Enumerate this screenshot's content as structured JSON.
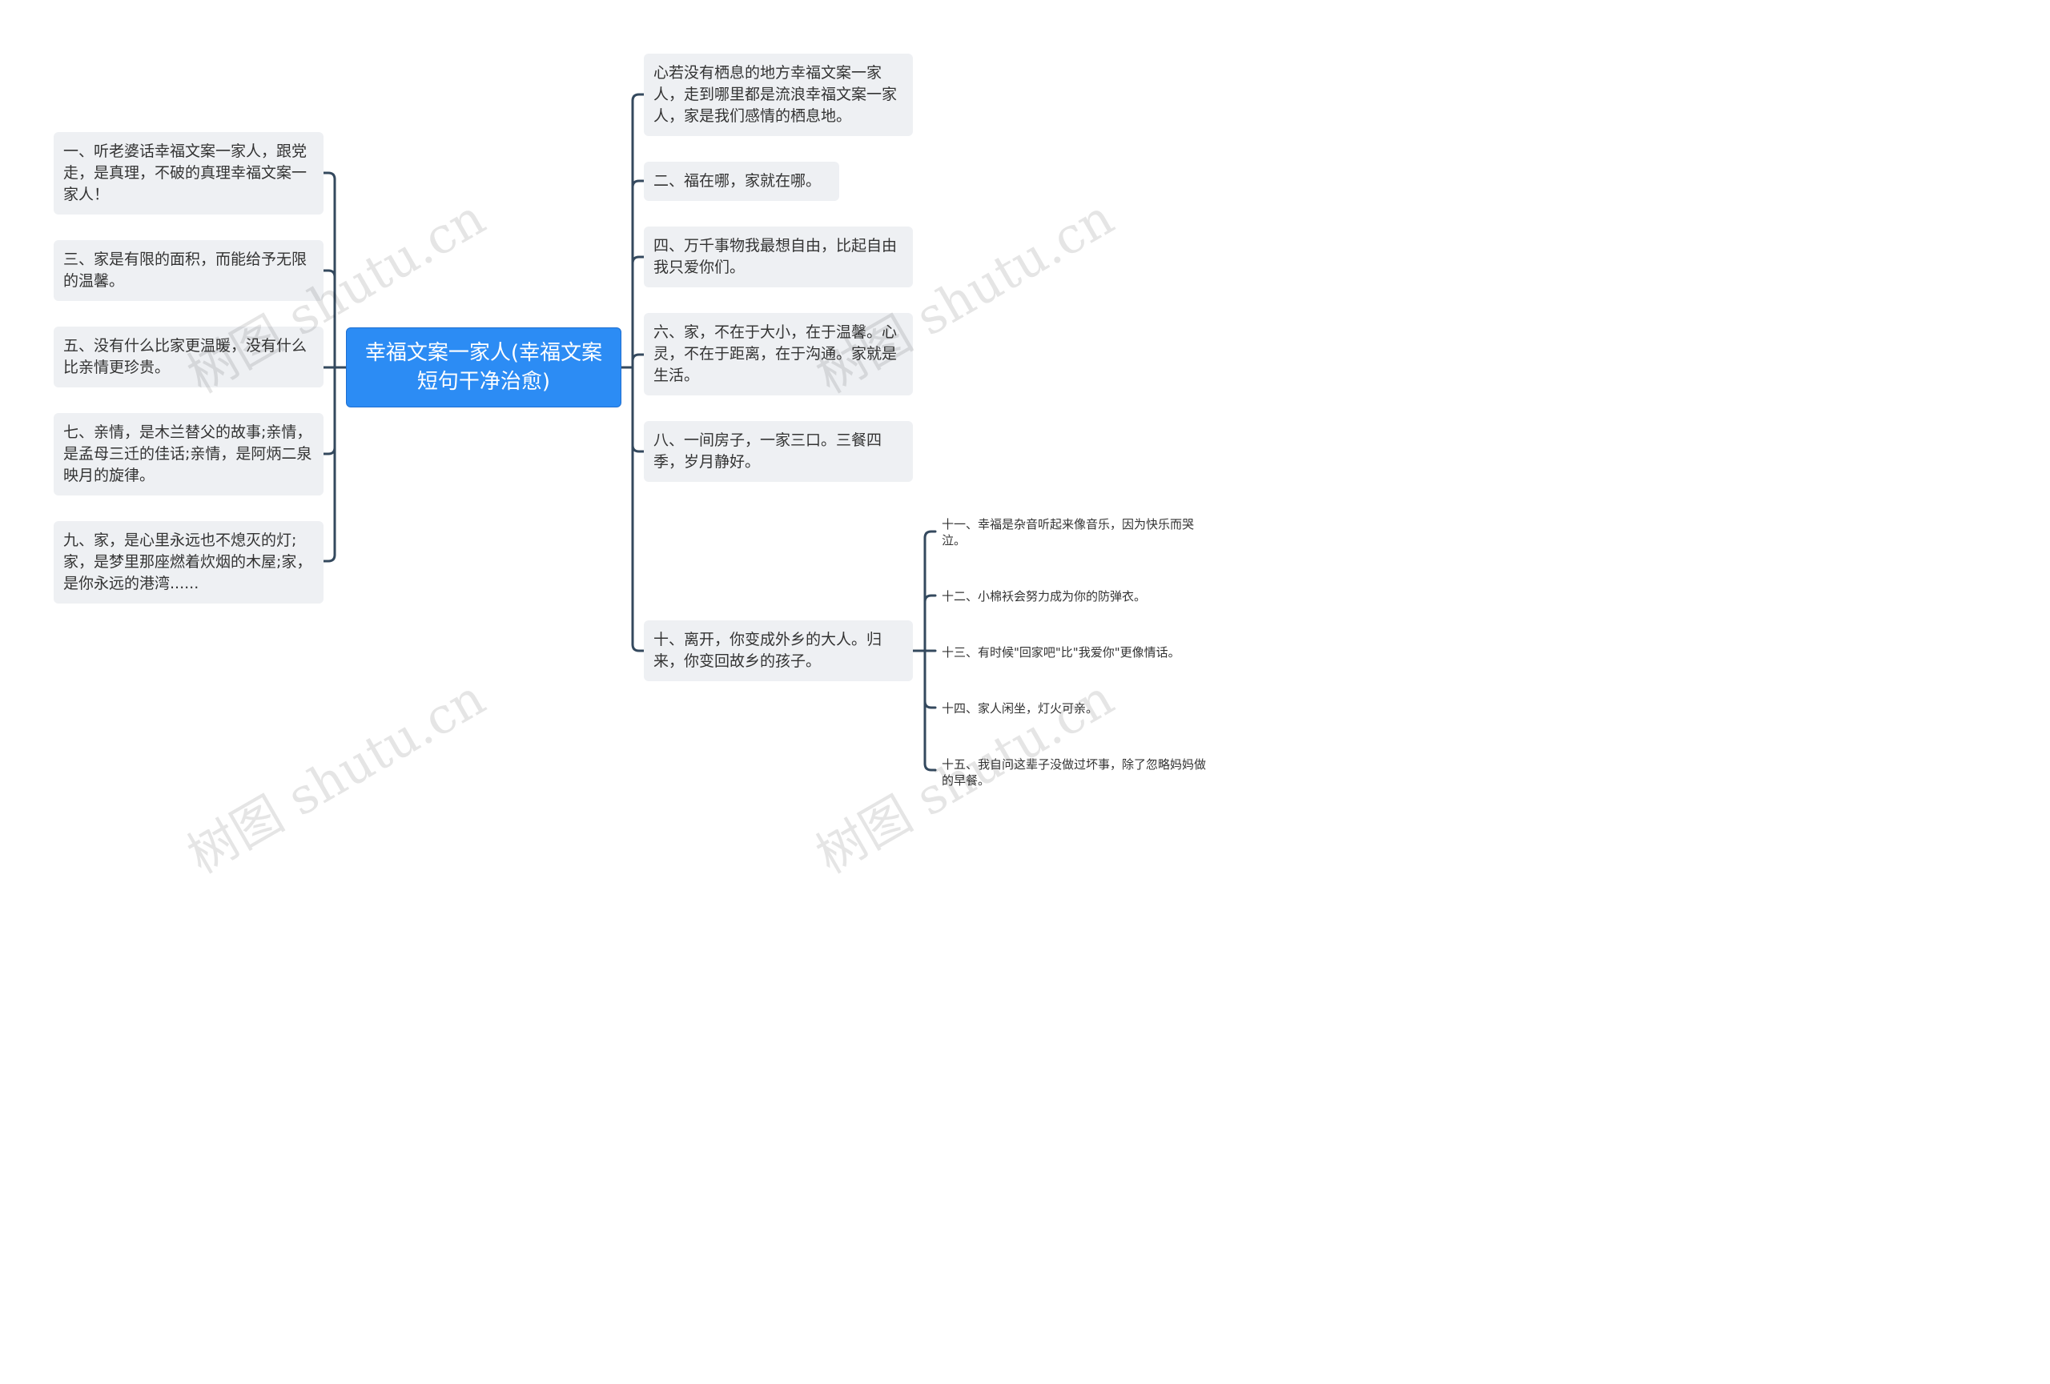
{
  "root": {
    "label": "幸福文案一家人(幸福文案短句干净治愈)"
  },
  "left_nodes": [
    "一、听老婆话幸福文案一家人，跟党走，是真理，不破的真理幸福文案一家人！",
    "三、家是有限的面积，而能给予无限的温馨。",
    "五、没有什么比家更温暖，没有什么比亲情更珍贵。",
    "七、亲情，是木兰替父的故事;亲情，是孟母三迁的佳话;亲情，是阿炳二泉映月的旋律。",
    "九、家，是心里永远也不熄灭的灯;家，是梦里那座燃着炊烟的木屋;家，是你永远的港湾......"
  ],
  "right_nodes": [
    "心若没有栖息的地方幸福文案一家人，走到哪里都是流浪幸福文案一家人，家是我们感情的栖息地。",
    "二、福在哪，家就在哪。",
    "四、万千事物我最想自由，比起自由我只爱你们。",
    "六、家，不在于大小，在于温馨。心灵，不在于距离，在于沟通。家就是生活。",
    "八、一间房子，一家三口。三餐四季，岁月静好。",
    "十、离开，你变成外乡的大人。归来，你变回故乡的孩子。"
  ],
  "sub_nodes": [
    "十一、幸福是杂音听起来像音乐，因为快乐而哭泣。",
    "十二、小棉袄会努力成为你的防弹衣。",
    "十三、有时候\"回家吧\"比\"我爱你\"更像情话。",
    "十四、家人闲坐，灯火可亲。",
    "十五、我自问这辈子没做过坏事，除了忽略妈妈做的早餐。"
  ],
  "watermark": "树图 shutu.cn",
  "colors": {
    "root_bg": "#2c8cf4",
    "node_bg": "#eef0f3",
    "line": "#34495e"
  }
}
